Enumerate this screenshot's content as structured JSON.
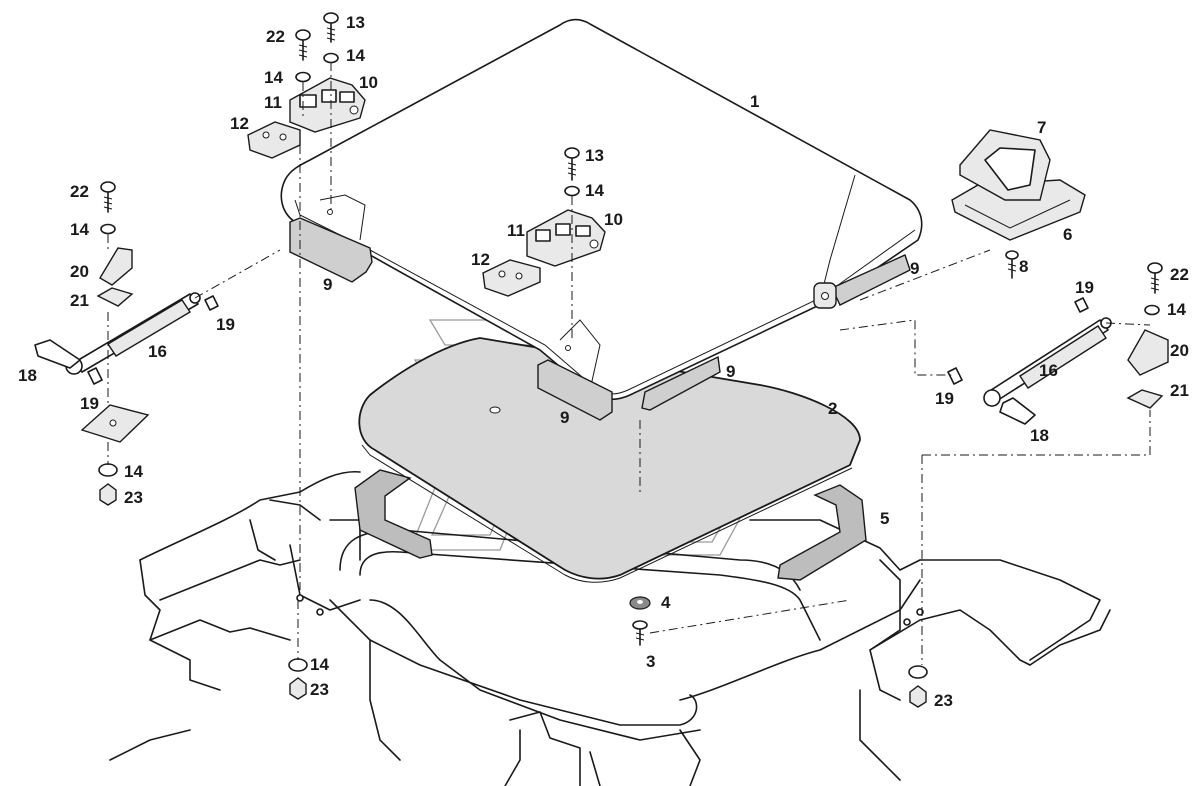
{
  "diagram": {
    "type": "exploded-parts-drawing",
    "subject": "Roof hatch with gas struts, hinges and seals",
    "callouts": [
      {
        "id": "c1",
        "label": "1"
      },
      {
        "id": "c2",
        "label": "2"
      },
      {
        "id": "c3",
        "label": "3"
      },
      {
        "id": "c4",
        "label": "4"
      },
      {
        "id": "c5",
        "label": "5"
      },
      {
        "id": "c6",
        "label": "6"
      },
      {
        "id": "c7",
        "label": "7"
      },
      {
        "id": "c8",
        "label": "8"
      },
      {
        "id": "c9a",
        "label": "9"
      },
      {
        "id": "c9b",
        "label": "9"
      },
      {
        "id": "c9c",
        "label": "9"
      },
      {
        "id": "c9d",
        "label": "9"
      },
      {
        "id": "c10a",
        "label": "10"
      },
      {
        "id": "c10b",
        "label": "10"
      },
      {
        "id": "c11a",
        "label": "11"
      },
      {
        "id": "c11b",
        "label": "11"
      },
      {
        "id": "c12a",
        "label": "12"
      },
      {
        "id": "c12b",
        "label": "12"
      },
      {
        "id": "c13a",
        "label": "13"
      },
      {
        "id": "c13b",
        "label": "13"
      },
      {
        "id": "c14a",
        "label": "14"
      },
      {
        "id": "c14b",
        "label": "14"
      },
      {
        "id": "c14c",
        "label": "14"
      },
      {
        "id": "c14d",
        "label": "14"
      },
      {
        "id": "c14e",
        "label": "14"
      },
      {
        "id": "c14f",
        "label": "14"
      },
      {
        "id": "c14g",
        "label": "14"
      },
      {
        "id": "c16a",
        "label": "16"
      },
      {
        "id": "c16b",
        "label": "16"
      },
      {
        "id": "c18a",
        "label": "18"
      },
      {
        "id": "c18b",
        "label": "18"
      },
      {
        "id": "c19a",
        "label": "19"
      },
      {
        "id": "c19b",
        "label": "19"
      },
      {
        "id": "c19c",
        "label": "19"
      },
      {
        "id": "c19d",
        "label": "19"
      },
      {
        "id": "c20a",
        "label": "20"
      },
      {
        "id": "c20b",
        "label": "20"
      },
      {
        "id": "c21a",
        "label": "21"
      },
      {
        "id": "c21b",
        "label": "21"
      },
      {
        "id": "c22a",
        "label": "22"
      },
      {
        "id": "c22b",
        "label": "22"
      },
      {
        "id": "c22c",
        "label": "22"
      },
      {
        "id": "c23a",
        "label": "23"
      },
      {
        "id": "c23b",
        "label": "23"
      },
      {
        "id": "c23c",
        "label": "23"
      }
    ]
  }
}
